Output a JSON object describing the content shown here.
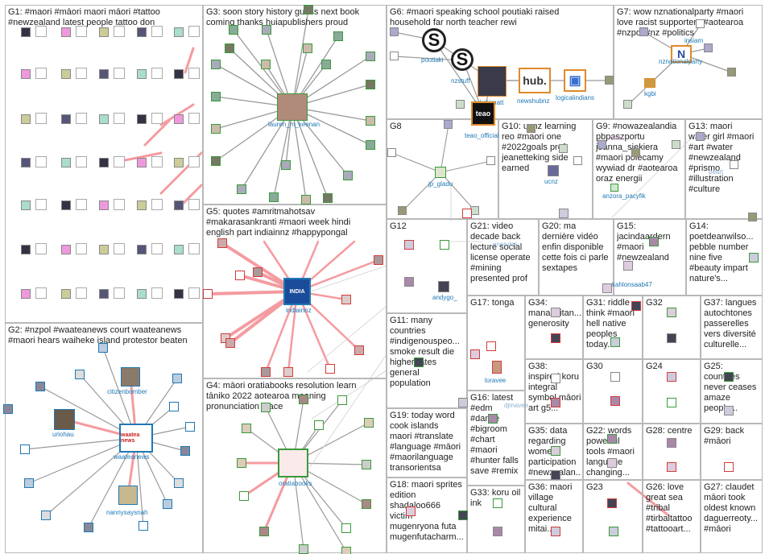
{
  "colors": {
    "panel_border": "#b8b8b8",
    "edge_gray": "#9a9a9a",
    "edge_pink": "#f49ba0",
    "label_blue": "#1f78b4",
    "node_border_green": "#3a9a3a",
    "node_border_red": "#d23c3c",
    "node_border_orange": "#e08a2a"
  },
  "groups": [
    {
      "id": "G1",
      "text": "G1: #maori #māori maori māori #tattoo\n#newzealand latest people tattoo don"
    },
    {
      "id": "G2",
      "text": "G2: #nzpol #waateanews court waateanews\n#maori hears waiheke island protestor beaten"
    },
    {
      "id": "G3",
      "text": "G3: soon story history guess next book\ncoming thanks huiapublishers proud"
    },
    {
      "id": "G4",
      "text": "G4: māori oratiabooks resolution learn\ntāniko 2022 aotearoa meaning\npronunciation place"
    },
    {
      "id": "G5",
      "text": "G5: quotes #amritmahotsav\n#makarasankranti #maori week hindi\nenglish part indiainnz #happypongal"
    },
    {
      "id": "G6",
      "text": "G6: #maori speaking school poutiaki raised\nhousehold far north teacher rewi"
    },
    {
      "id": "G7",
      "text": "G7: wow nznationalparty #maori\nlove racist supporters #aotearoa\n#nzpol #nz #politics"
    },
    {
      "id": "G8",
      "text": "G8"
    },
    {
      "id": "G9",
      "text": "G9: #nowazealandia\npbpaszportu\njoanna_siekiera\n#maori polecamy\nwywiad dr #aotearoa\noraz energii"
    },
    {
      "id": "G10",
      "text": "G10: ucnz learning\nreo #maori one\n#2022goals prof\njeanetteking side\nearned"
    },
    {
      "id": "G11",
      "text": "G11: many\ncountries\n#indigenouspeo...\nsmoke result die\nhigher rates\ngeneral\npopulation"
    },
    {
      "id": "G12",
      "text": "G12"
    },
    {
      "id": "G13",
      "text": "G13: maori\nwater girl #maori\n#art #water\n#newzealand\n#prismo\n#illustration\n#culture"
    },
    {
      "id": "G14",
      "text": "G14:\npoetdeanwilso...\npebble number\nnine five\n#beauty impart\nnature's..."
    },
    {
      "id": "G15",
      "text": "G15:\njacindaardern\n#maori\n#newzealand"
    },
    {
      "id": "G16",
      "text": "G16: latest\n#edm\n#dance\n#bigroom\n#chart\n#maori\n#hunter falls\nsave #remix"
    },
    {
      "id": "G17",
      "text": "G17: tonga"
    },
    {
      "id": "G18",
      "text": "G18: maori sprites\nedition\nshadaloo666\nvictim\nmugenryona futa\nmugenfutacharm..."
    },
    {
      "id": "G19",
      "text": "G19: today word\ncook islands\nmaori #translate\n#language #māori\n#maorilanguage\ntransorientsa"
    },
    {
      "id": "G20",
      "text": "G20: ma\ndernière vidéo\nenfin disponible\ncette fois ci parle\nsextapes"
    },
    {
      "id": "G21",
      "text": "G21: video\ndecade back\nlecture social\nlicense operate\n#mining\npresented prof"
    },
    {
      "id": "G22",
      "text": "G22: words\npowerful\ntools #maori\nlanguage\nchanging..."
    },
    {
      "id": "G23",
      "text": "G23"
    },
    {
      "id": "G24",
      "text": "G24"
    },
    {
      "id": "G25",
      "text": "G25:\ncountries\nnever ceases\namaze\npeople..."
    },
    {
      "id": "G26",
      "text": "G26: love\ngreat sea\n#tribal\n#tirbaltattoo\n#tattooart..."
    },
    {
      "id": "G27",
      "text": "G27: claudet\nmāori took\noldest known\ndaguerreoty...\n#māori"
    },
    {
      "id": "G28",
      "text": "G28: centre"
    },
    {
      "id": "G29",
      "text": "G29: back\n#māori"
    },
    {
      "id": "G30",
      "text": "G30"
    },
    {
      "id": "G31",
      "text": "G31: riddle\nthink #maori\nhell native\npeoples\ntoday..."
    },
    {
      "id": "G32",
      "text": "G32"
    },
    {
      "id": "G33",
      "text": "G33: koru oil\nink"
    },
    {
      "id": "G34",
      "text": "G34:\nmanaakitan...\ngenerosity"
    },
    {
      "id": "G35",
      "text": "G35: data\nregarding\nwomen\nparticipation\n#newzealan..."
    },
    {
      "id": "G36",
      "text": "G36: maori\nvillage\ncultural\nexperience\nmitai..."
    },
    {
      "id": "G37",
      "text": "G37: langues\nautochtones\npasserelles\nvers diversité\nculturelle..."
    },
    {
      "id": "G38",
      "text": "G38:\ninspired koru\nintegral\nsymbol māori\nart g5..."
    }
  ],
  "labels": {
    "lauren": "lauren_m_keenan",
    "indiainnz": "indiainnz",
    "waateanews": "waateanews",
    "citizenbomber": "citizenbomber",
    "uriohau": "uriohau",
    "nannysaysnah": "nannysaysnah",
    "oratiabooks": "oratiabooks",
    "poutiaki": "poutiaki",
    "nzstuff": "nzstuff",
    "tukakimatt": "tukakimatt",
    "newshubnz": "newshubnz",
    "logicalindians": "logicalindians",
    "teao_official": "teao_official",
    "nznationalparty": "nznationalparty",
    "insiam": "insiam",
    "kgbi": "kgbi",
    "jp_gladu": "jp_gladu",
    "ucnz": "ucnz",
    "anzora_pacyfik": "anzora_pacyfik",
    "andygo": "andygo_",
    "kahlonsaab47": "kahlonsaab47",
    "loravee": "loravee",
    "djmavee": "djmavee",
    "enerules": "enerules",
    "oner": "oner",
    "beart": "beart"
  },
  "logos": {
    "stuff_s": "S",
    "hub": "hub.",
    "teao": "teao",
    "waatea": "waatea news",
    "india": "INDIA"
  }
}
